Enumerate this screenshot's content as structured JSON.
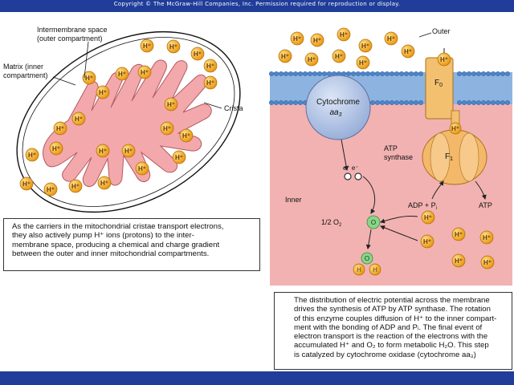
{
  "header": {
    "copyright": "Copyright © The McGraw-Hill Companies, Inc. Permission required for reproduction or display."
  },
  "colors": {
    "banner": "#1f3d99",
    "inner": "#f2b2b2",
    "crista": "#f3a8ab",
    "membrane": "#8db4e0",
    "ion": "#f6b02a",
    "synthase": "#f3c070",
    "cytochrome": "#b9c9e8",
    "oxygen": "#8bd48b"
  },
  "icons": {
    "ion": "h-plus-ion-circle",
    "electron": "electron-circle",
    "arrow": "arrow-icon"
  },
  "labels": {
    "intermembrane_line1": "Intermembrane space",
    "intermembrane_line2": "(outer compartment)",
    "matrix_line1": "Matrix (inner",
    "matrix_line2": "compartment)",
    "crista": "Crista",
    "outer": "Outer",
    "inner": "Inner",
    "cytochrome_line1": "Cytochrome",
    "cytochrome_line2": "aa",
    "cytochrome_sub": "3",
    "f0": "F",
    "f0_sub": "0",
    "f1": "F",
    "f1_sub": "1",
    "atp_synthase_line1": "ATP",
    "atp_synthase_line2": "synthase",
    "electrons": "e⁻ e⁻",
    "half_o2": "1/2  O",
    "half_o2_sub": "2",
    "adp_pi": "ADP + P",
    "adp_pi_sub": "i",
    "atp": "ATP",
    "h_plus": "H⁺",
    "h": "H",
    "o": "O"
  },
  "captions": {
    "left": [
      "As the carriers in the mitochondrial cristae transport electrons,",
      "they also actively pump H⁺ ions  (protons) to the inter-",
      "membrane space, producing a chemical and charge gradient",
      "between the outer and inner mitochondrial compartments."
    ],
    "right": [
      "The distribution of electric potential across the membrane",
      "drives the synthesis of ATP by ATP synthase. The rotation",
      "of this enzyme couples diffusion of H⁺ to the inner compart-",
      "ment with the bonding of ADP and Pᵢ. The final event of",
      "electron transport is the reaction of the electrons with the",
      "accumulated H⁺ and O₂ to form metabolic H₂O. This step",
      "is catalyzed by cytochrome oxidase (cytochrome aa₃)"
    ]
  }
}
